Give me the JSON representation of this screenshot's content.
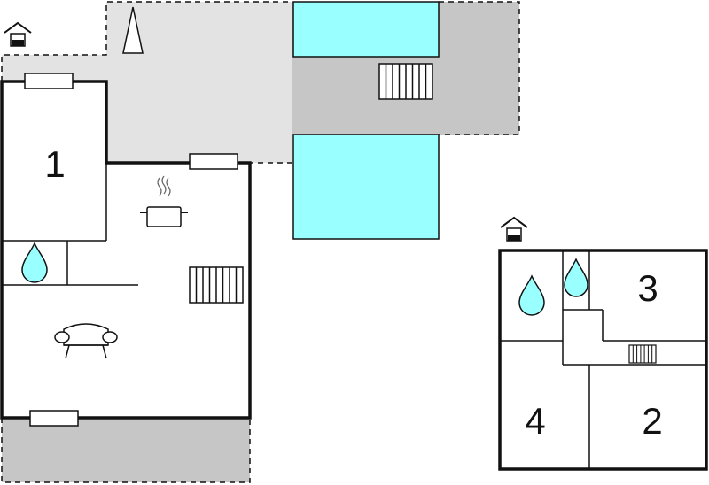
{
  "rooms": [
    {
      "id": "1",
      "label": "1"
    },
    {
      "id": "2",
      "label": "2"
    },
    {
      "id": "3",
      "label": "3"
    },
    {
      "id": "4",
      "label": "4"
    }
  ],
  "colors": {
    "wall": "#111111",
    "terrace_light": "#e3e3e3",
    "terrace_dark": "#c6c6c6",
    "pool": "#99ffff",
    "water": "#99ffff",
    "window": "#ffffff"
  },
  "icons": [
    "house-entrance-icon",
    "north-arrow-icon",
    "water-drop-icon",
    "cooking-pot-icon",
    "sofa-icon",
    "stairs-icon",
    "pool"
  ]
}
